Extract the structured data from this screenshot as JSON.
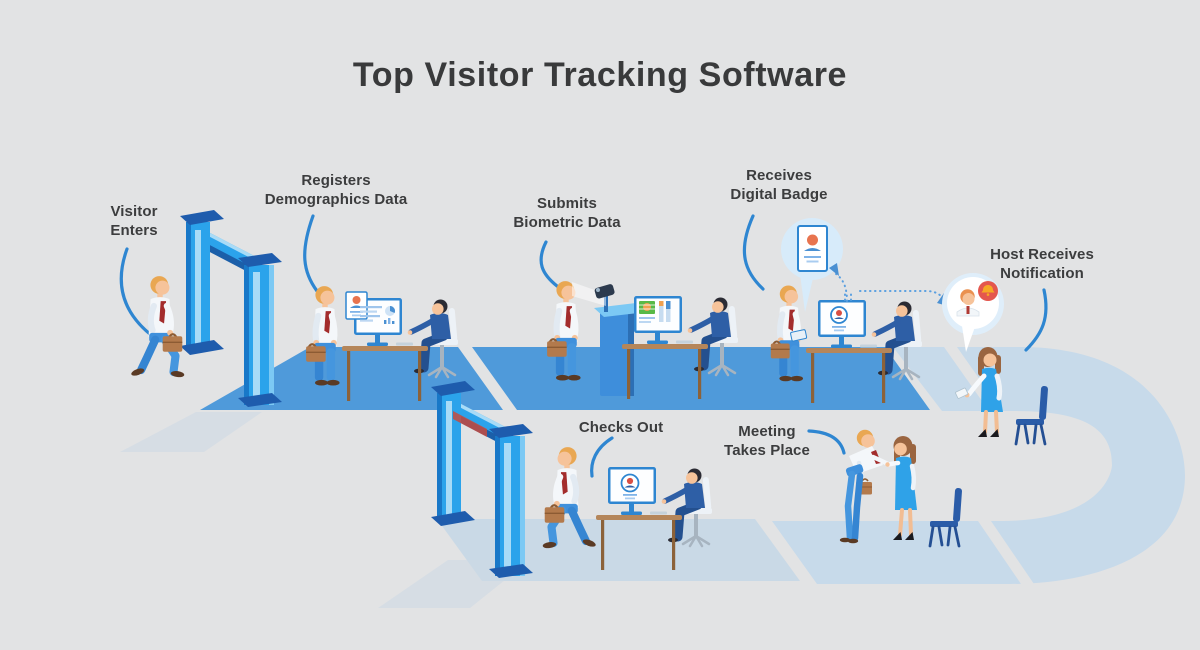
{
  "title": "Top Visitor Tracking Software",
  "steps": [
    {
      "id": "visitor-enters",
      "label": "Visitor\nEnters"
    },
    {
      "id": "registers-demographics",
      "label": "Registers\nDemographics Data"
    },
    {
      "id": "submits-biometric",
      "label": "Submits\nBiometric Data"
    },
    {
      "id": "receives-digital-badge",
      "label": "Receives\nDigital Badge"
    },
    {
      "id": "host-receives-notification",
      "label": "Host Receives\nNotification"
    },
    {
      "id": "checks-out",
      "label": "Checks Out"
    },
    {
      "id": "meeting-takes-place",
      "label": "Meeting\nTakes Place"
    }
  ],
  "icons": {
    "badge_bubble": "digital-badge-icon",
    "notification_bubble": "notification-bell-icon"
  },
  "colors": {
    "background": "#e2e3e4",
    "text": "#3c3d3e",
    "path_blue": "#4f9ada",
    "path_light_blue": "#c7daea",
    "gate_blue": "#2ba3eb",
    "gate_dark": "#1e5cad",
    "accent_line": "#2e86d1",
    "suit_navy": "#2e5fa6",
    "dress_blue": "#2fa2e8",
    "tie_red": "#a32c2c",
    "skin": "#f6c39a",
    "hair_orange": "#e9a752",
    "hair_brown": "#9a6540",
    "briefcase_brown": "#b37a4c",
    "notification_red": "#e4574e",
    "bell_orange": "#f6a826"
  }
}
